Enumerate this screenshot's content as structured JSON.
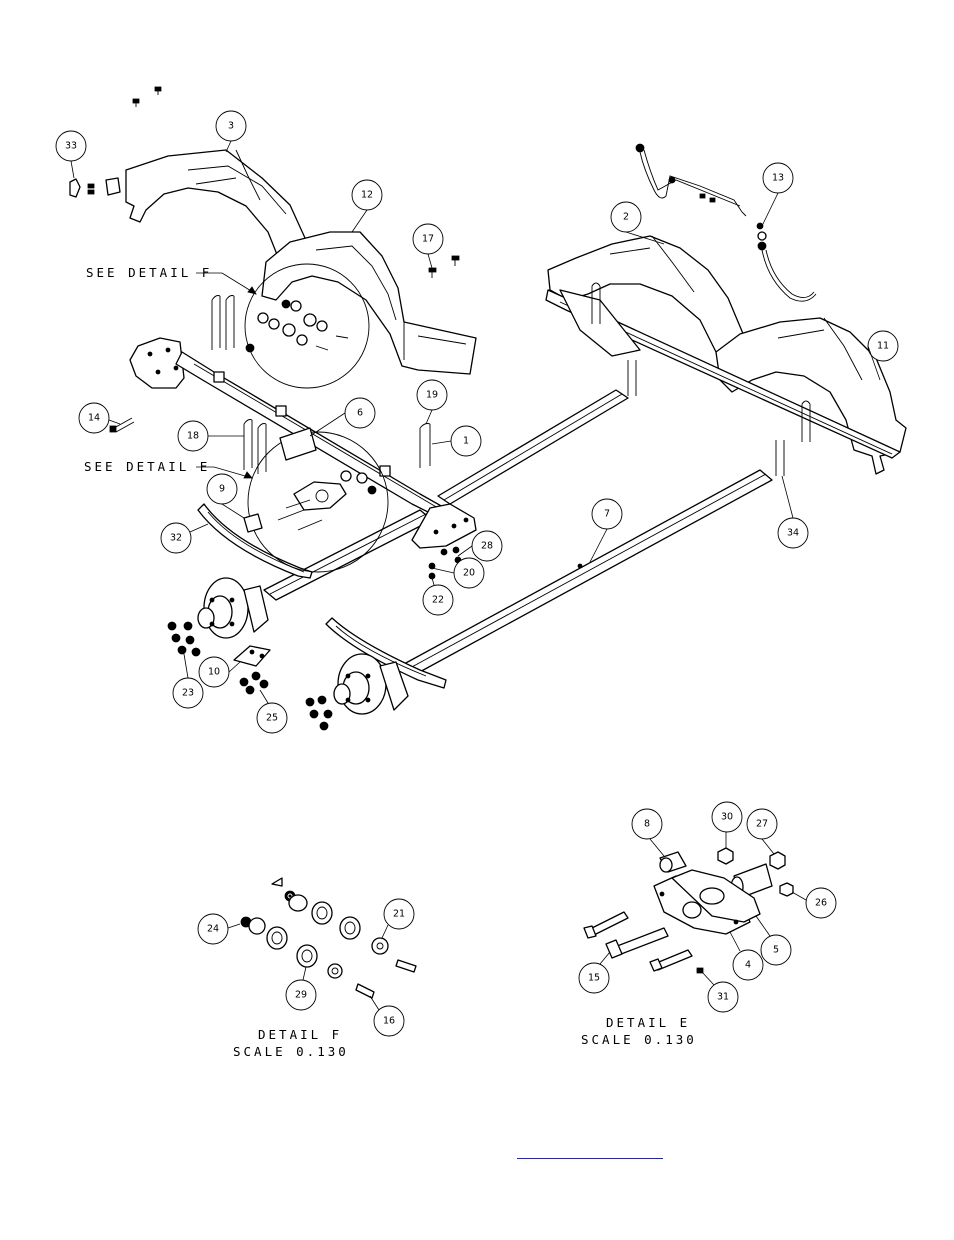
{
  "callouts": {
    "c1": "1",
    "c2": "2",
    "c3": "3",
    "c4": "4",
    "c5": "5",
    "c6": "6",
    "c7": "7",
    "c8": "8",
    "c9": "9",
    "c10": "10",
    "c11": "11",
    "c12": "12",
    "c13": "13",
    "c14": "14",
    "c15": "15",
    "c16": "16",
    "c17": "17",
    "c18": "18",
    "c19": "19",
    "c20": "20",
    "c21": "21",
    "c22": "22",
    "c23": "23",
    "c24": "24",
    "c25": "25",
    "c26": "26",
    "c27": "27",
    "c28": "28",
    "c29": "29",
    "c30": "30",
    "c31": "31",
    "c32": "32",
    "c33": "33",
    "c34": "34"
  },
  "notes": {
    "see_detail_f": "SEE DETAIL  F",
    "see_detail_e": "SEE DETAIL  E",
    "detail_f_title": "DETAIL  F",
    "detail_f_scale": "SCALE  0.130",
    "detail_e_title": "DETAIL  E",
    "detail_e_scale": "SCALE  0.130"
  },
  "colors": {
    "ink": "#000000",
    "paper": "#ffffff",
    "link": "#1a1aff"
  }
}
